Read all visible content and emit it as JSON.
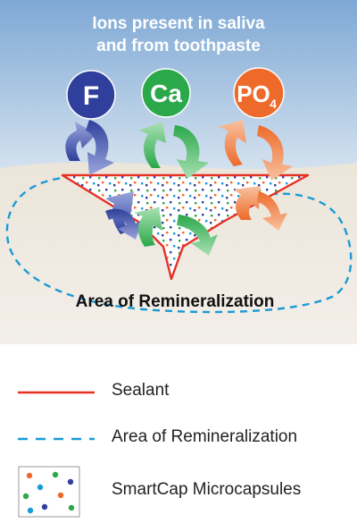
{
  "header": {
    "line1": "Ions present in saliva",
    "line2": "and from toothpaste"
  },
  "ions": [
    {
      "name": "fluoride",
      "label": "F",
      "subscript": "",
      "color": "#2f3f9b"
    },
    {
      "name": "calcium",
      "label": "Ca",
      "subscript": "",
      "color": "#2aa84a"
    },
    {
      "name": "phosphate",
      "label": "PO",
      "subscript": "4",
      "color": "#ee6a2a"
    }
  ],
  "area_label": "Area of Remineralization",
  "colors": {
    "sky_top": "#7fa9d6",
    "sky_bottom": "#d6e3ef",
    "ground": "#ece6db",
    "sealant": "#e53024",
    "area": "#1a9ad6",
    "header_text": "#ffffff"
  },
  "legend": [
    {
      "key": "sealant",
      "label": "Sealant"
    },
    {
      "key": "area",
      "label": "Area of Remineralization"
    },
    {
      "key": "microcapsules",
      "label": "SmartCap Microcapsules"
    }
  ]
}
